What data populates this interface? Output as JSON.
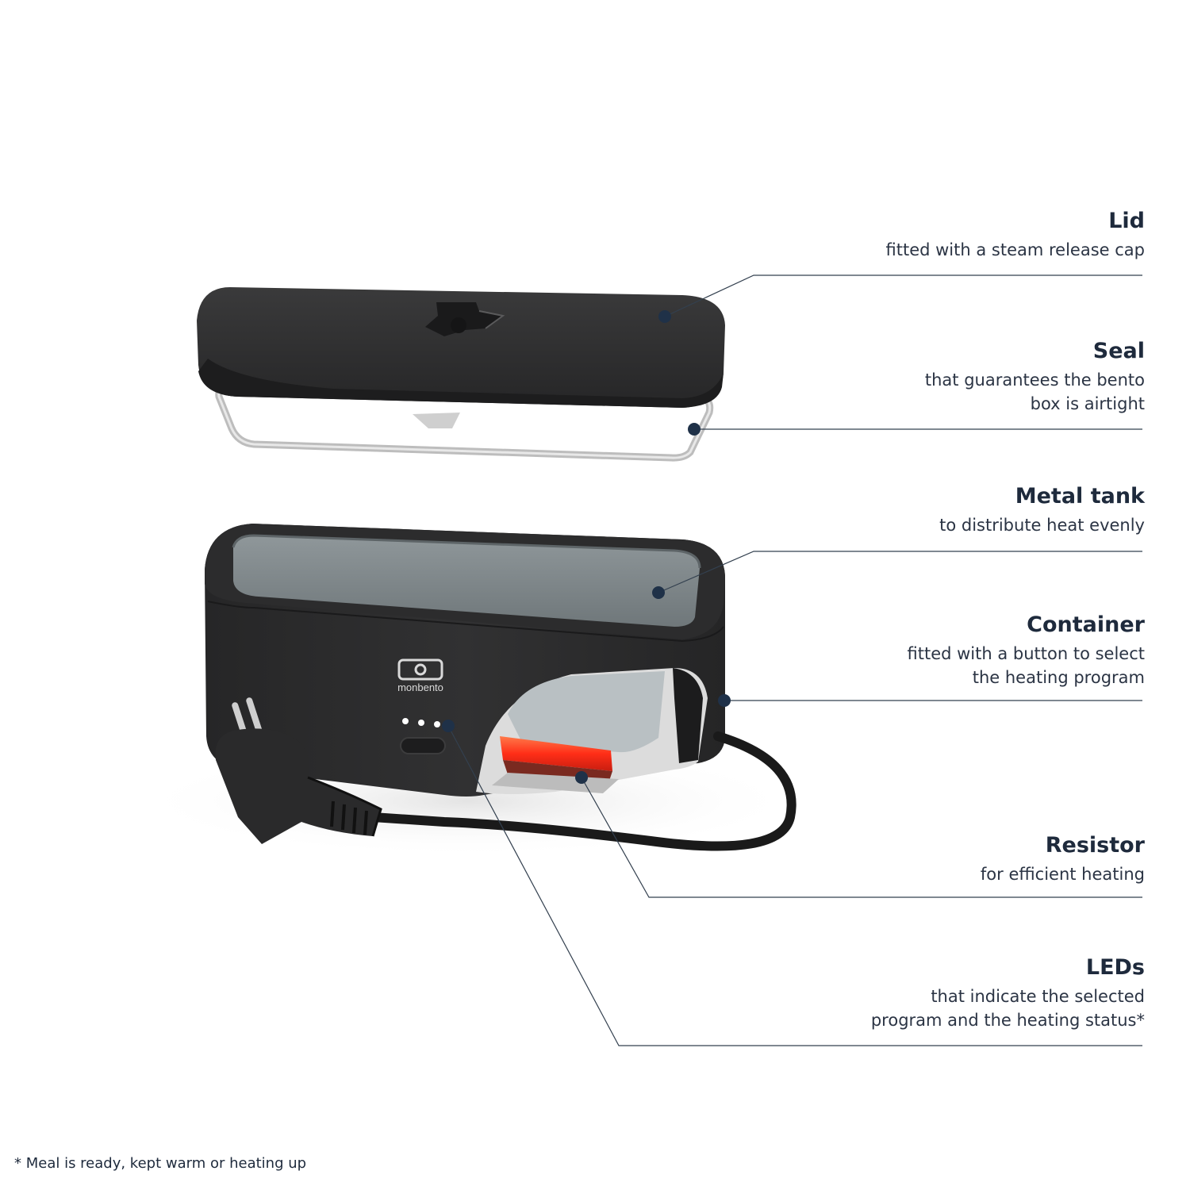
{
  "callouts": {
    "lid": {
      "title": "Lid",
      "lines": [
        "fitted with a steam release cap"
      ]
    },
    "seal": {
      "title": "Seal",
      "lines": [
        "that guarantees the bento",
        "box is airtight"
      ]
    },
    "tank": {
      "title": "Metal tank",
      "lines": [
        "to distribute heat evenly"
      ]
    },
    "container": {
      "title": "Container",
      "lines": [
        "fitted with a button to select",
        "the heating program"
      ]
    },
    "resistor": {
      "title": "Resistor",
      "lines": [
        "for efficient heating"
      ]
    },
    "leds": {
      "title": "LEDs",
      "lines": [
        "that indicate the selected",
        "program and the heating status*"
      ]
    }
  },
  "brand": "monbento",
  "footnote": "* Meal is ready, kept warm or heating up",
  "colors": {
    "text": "#1e2a3c",
    "leader_line": "#33404f",
    "dot": "#1f3148",
    "body": "#2a2a2b",
    "tank": "#7d8588",
    "heat": "#ff3b1f"
  }
}
